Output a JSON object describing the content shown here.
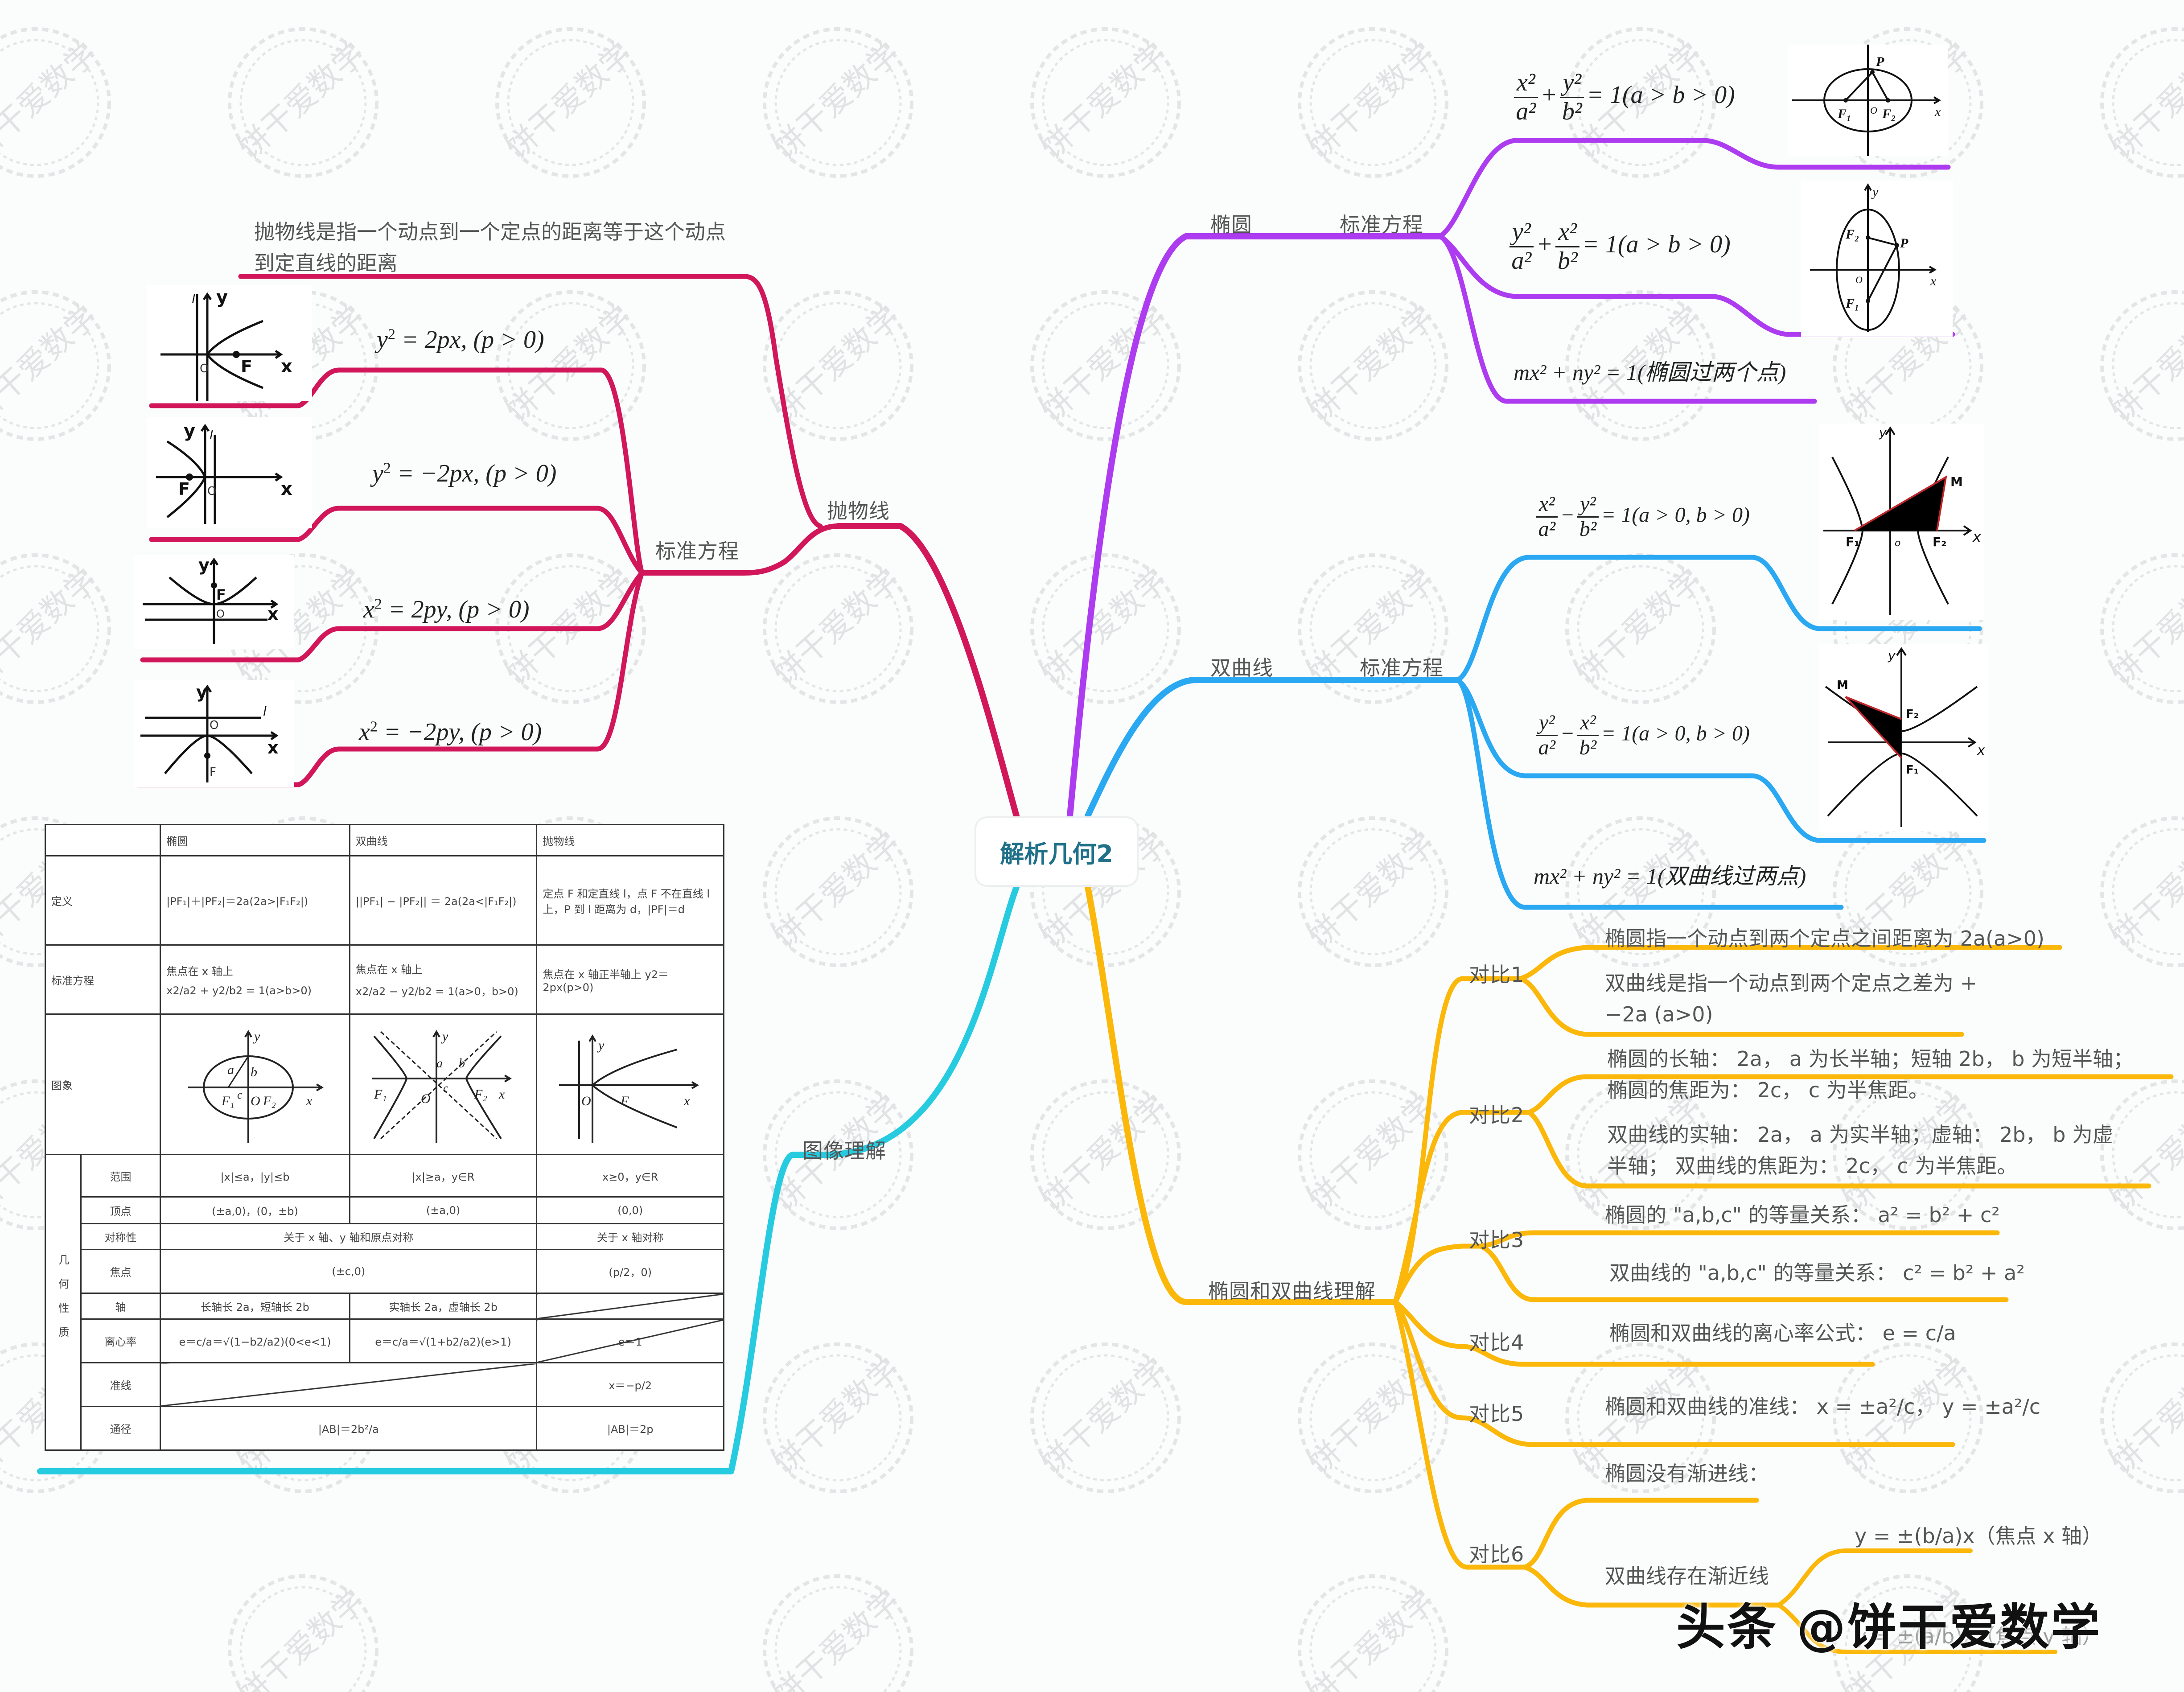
{
  "root": {
    "title": "解析几何2"
  },
  "colors": {
    "parabola": "#d1175a",
    "ellipse": "#ad3cf0",
    "hyperbola": "#2aa8f2",
    "image": "#26cbe0",
    "compare": "#fbb80a",
    "root_text": "#1f7088"
  },
  "parabola": {
    "label": "抛物线",
    "definition": "抛物线是指一个动点到一个定点的距离等于这个动点到定直线的距离",
    "std_label": "标准方程",
    "equations": [
      {
        "lhs": "y",
        "rhs": " = 2px, (p > 0)",
        "figure": "parabola-right"
      },
      {
        "lhs": "y",
        "rhs": " = −2px, (p > 0)",
        "figure": "parabola-left"
      },
      {
        "lhs": "x",
        "rhs": " = 2py, (p > 0)",
        "figure": "parabola-up"
      },
      {
        "lhs": "x",
        "rhs": " = −2py, (p > 0)",
        "figure": "parabola-down"
      }
    ],
    "fig_labels": {
      "x": "x",
      "y": "y",
      "o": "O",
      "f": "F",
      "l": "l"
    }
  },
  "ellipse": {
    "label": "椭圆",
    "std_label": "标准方程",
    "eq1": {
      "n1": "x²",
      "d1": "a²",
      "op": "+",
      "n2": "y²",
      "d2": "b²",
      "tail": "= 1(a > b > 0)"
    },
    "eq2": {
      "n1": "y²",
      "d1": "a²",
      "op": "+",
      "n2": "x²",
      "d2": "b²",
      "tail": "= 1(a > b > 0)"
    },
    "eq3": "mx² + ny² = 1(椭圆过两个点)",
    "fig_labels": {
      "p": "P",
      "f1": "F₁",
      "f2": "F₂",
      "o": "O",
      "x": "x",
      "y": "y"
    }
  },
  "hyperbola": {
    "label": "双曲线",
    "std_label": "标准方程",
    "eq1": {
      "n1": "x²",
      "d1": "a²",
      "op": "−",
      "n2": "y²",
      "d2": "b²",
      "tail": "= 1(a > 0, b > 0)"
    },
    "eq2": {
      "n1": "y²",
      "d1": "a²",
      "op": "−",
      "n2": "x²",
      "d2": "b²",
      "tail": "= 1(a > 0, b > 0)"
    },
    "eq3": "mx² + ny² = 1(双曲线过两点)",
    "fig_labels": {
      "m": "M",
      "f1": "F₁",
      "f2": "F₂",
      "o": "o",
      "x": "x",
      "y": "y"
    }
  },
  "image_understanding": {
    "label": "图像理解",
    "table": {
      "headers": [
        "",
        "椭圆",
        "双曲线",
        "抛物线"
      ],
      "rows": {
        "definition": {
          "label": "定义",
          "ellipse": "|PF₁|＋|PF₂|＝2a(2a>|F₁F₂|)",
          "hyperbola": "||PF₁| − |PF₂|| ＝ 2a(2a<|F₁F₂|)",
          "parabola": "定点 F 和定直线 l，点 F 不在直线 l 上，P 到 l 距离为 d，|PF|＝d"
        },
        "standard": {
          "label": "标准方程",
          "ellipse_note": "焦点在 x 轴上",
          "ellipse": "x2/a2 + y2/b2 = 1(a>b>0)",
          "hyperbola_note": "焦点在 x 轴上",
          "hyperbola": "x2/a2 − y2/b2 = 1(a>0，b>0)",
          "parabola": "焦点在 x 轴正半轴上 y2＝2px(p>0)"
        },
        "graph": {
          "label": "图象"
        }
      },
      "group_label": "几何性质",
      "props": [
        {
          "label": "范围",
          "ellipse": "|x|≤a，|y|≤b",
          "hyperbola": "|x|≥a，y∈R",
          "parabola": "x≥0，y∈R"
        },
        {
          "label": "顶点",
          "ellipse": "(±a,0)，(0，±b)",
          "hyperbola": "(±a,0)",
          "parabola": "(0,0)"
        },
        {
          "label": "对称性",
          "shared": "关于 x 轴、y 轴和原点对称",
          "parabola": "关于 x 轴对称"
        },
        {
          "label": "焦点",
          "shared": "(±c,0)",
          "parabola": "(p/2，0)"
        },
        {
          "label": "轴",
          "ellipse": "长轴长 2a，短轴长 2b",
          "hyperbola": "实轴长 2a，虚轴长 2b",
          "parabola": ""
        },
        {
          "label": "离心率",
          "ellipse": "e＝c/a＝√(1−b2/a2)(0<e<1)",
          "hyperbola": "e＝c/a＝√(1+b2/a2)(e>1)",
          "parabola": "e＝1"
        },
        {
          "label": "准线",
          "shared": "",
          "parabola": "x＝−p/2"
        },
        {
          "label": "通径",
          "shared": "|AB|＝2b²/a",
          "parabola": "|AB|＝2p"
        }
      ]
    }
  },
  "compare": {
    "label": "椭圆和双曲线理解",
    "items": [
      {
        "label": "对比1",
        "lines": [
          "椭圆指一个动点到两个定点之间距离为 2a(a>0)",
          "双曲线是指一个动点到两个定点之差为 +−2a (a>0)"
        ]
      },
      {
        "label": "对比2",
        "lines": [
          "椭圆的长轴： 2a， a 为长半轴；短轴 2b， b 为短半轴；椭圆的焦距为： 2c， c 为半焦距。",
          "双曲线的实轴： 2a， a 为实半轴；虚轴： 2b， b 为虚半轴； 双曲线的焦距为： 2c， c 为半焦距。"
        ]
      },
      {
        "label": "对比3",
        "lines": [
          "椭圆的 \"a,b,c\" 的等量关系： a² = b² + c²",
          "双曲线的 \"a,b,c\" 的等量关系： c² = b² + a²"
        ]
      },
      {
        "label": "对比4",
        "lines": [
          "椭圆和双曲线的离心率公式： e = c/a"
        ]
      },
      {
        "label": "对比5",
        "lines": [
          "椭圆和双曲线的准线： x = ±a²/c， y = ±a²/c"
        ]
      },
      {
        "label": "对比6",
        "lines": [
          "椭圆没有渐进线：",
          "双曲线存在渐近线"
        ],
        "sub": [
          "y = ±(b/a)x（焦点 x 轴）",
          "y = ±(a/b)x（焦点 y 轴）"
        ]
      }
    ]
  },
  "watermark": {
    "text": "饼干爱数学"
  },
  "brand": {
    "text": "头条 @饼干爱数学"
  }
}
